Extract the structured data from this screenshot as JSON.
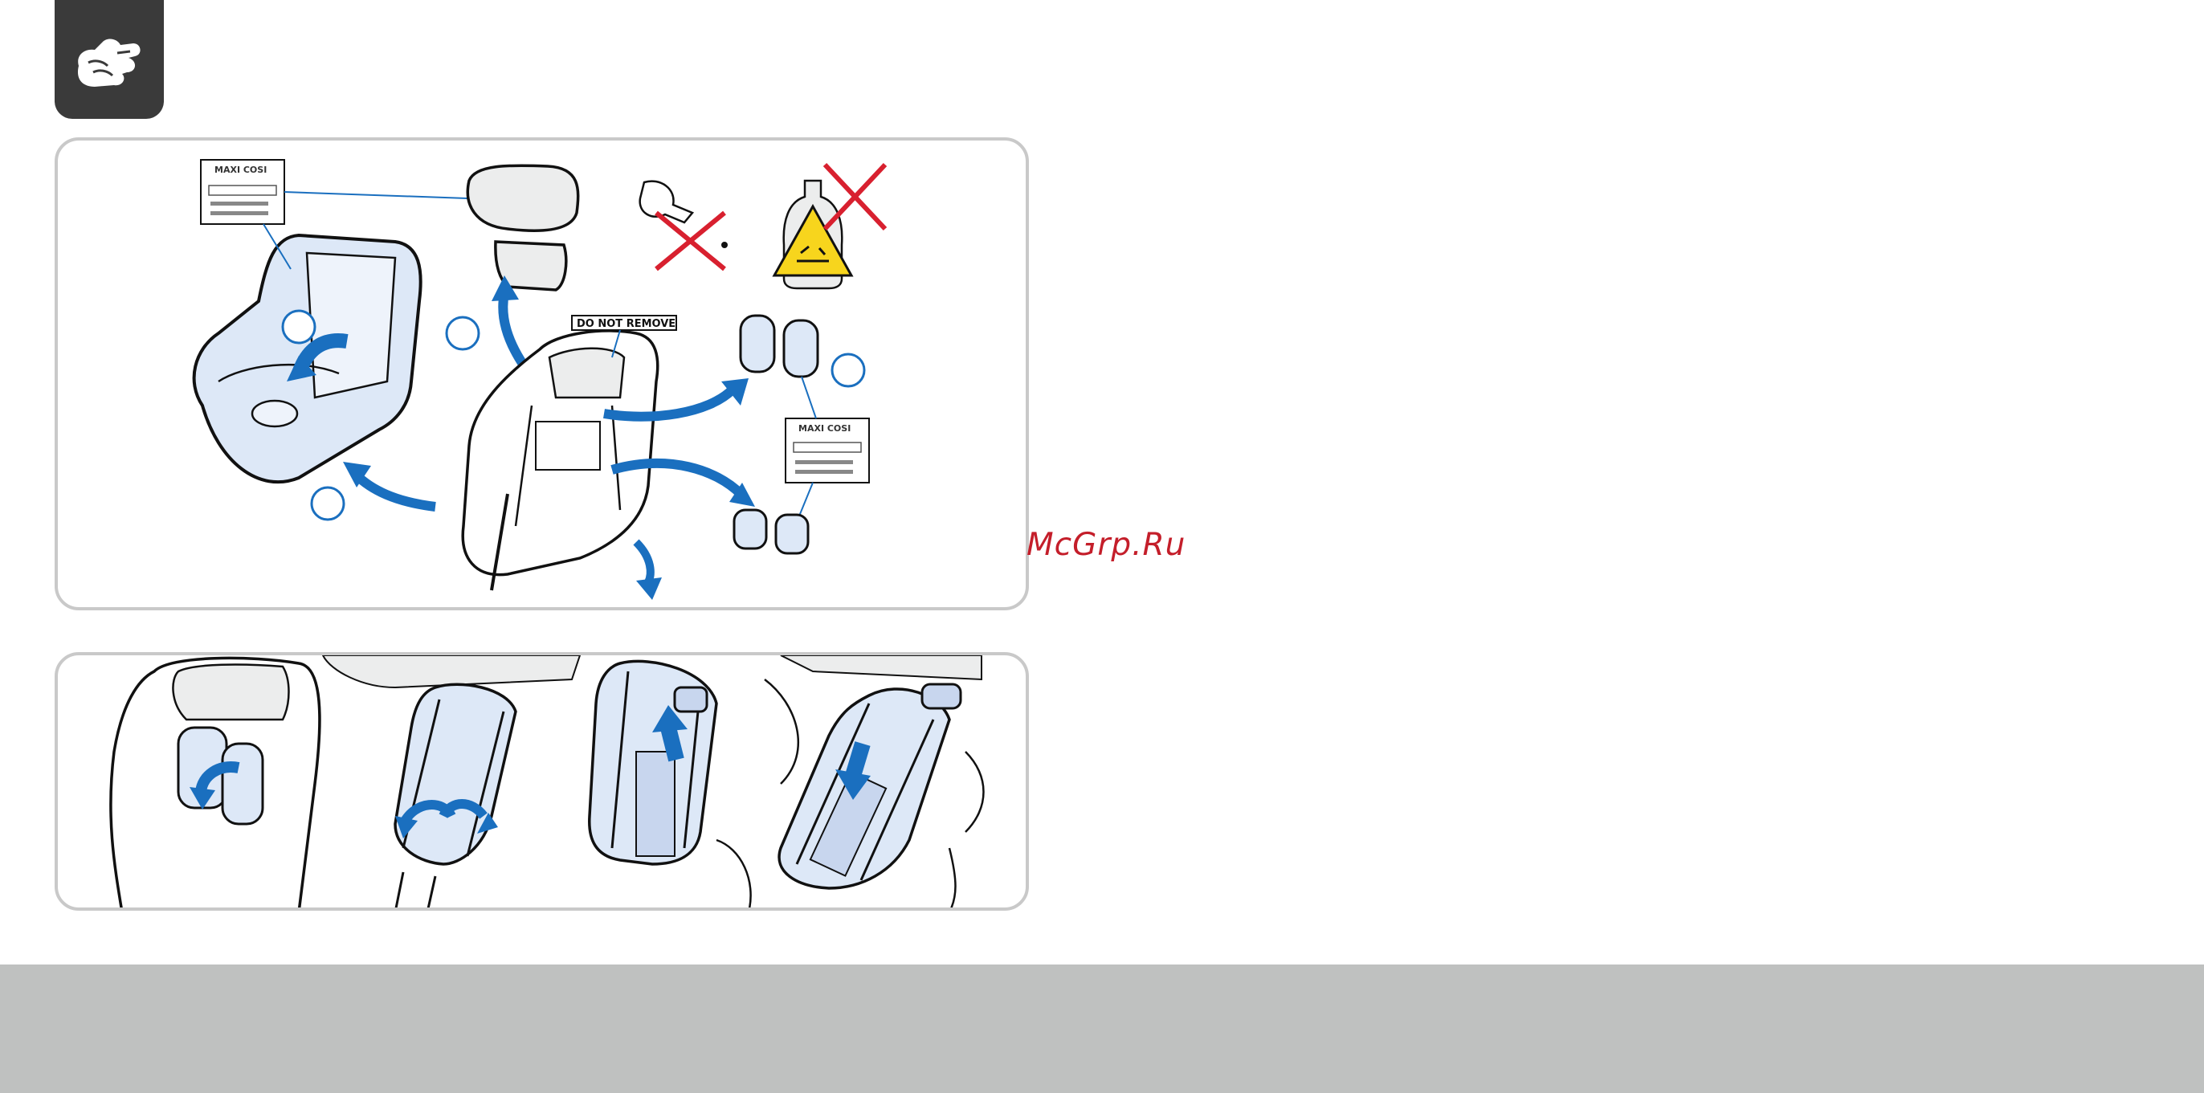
{
  "header": {
    "icon": "hand-wash-icon"
  },
  "panel1": {
    "do_not_remove_label": "DO NOT REMOVE",
    "brand_tag_top": "MAXI COSI",
    "brand_tag_bottom": "MAXI COSI"
  },
  "watermark": {
    "text": "McGrp.Ru"
  },
  "colors": {
    "accent_blue": "#1a6fbf",
    "fabric_blue": "#dde8f7",
    "prohibit_red": "#d8202f",
    "warning_yellow": "#f7d51d",
    "footer_gray": "#bfc1c0"
  }
}
